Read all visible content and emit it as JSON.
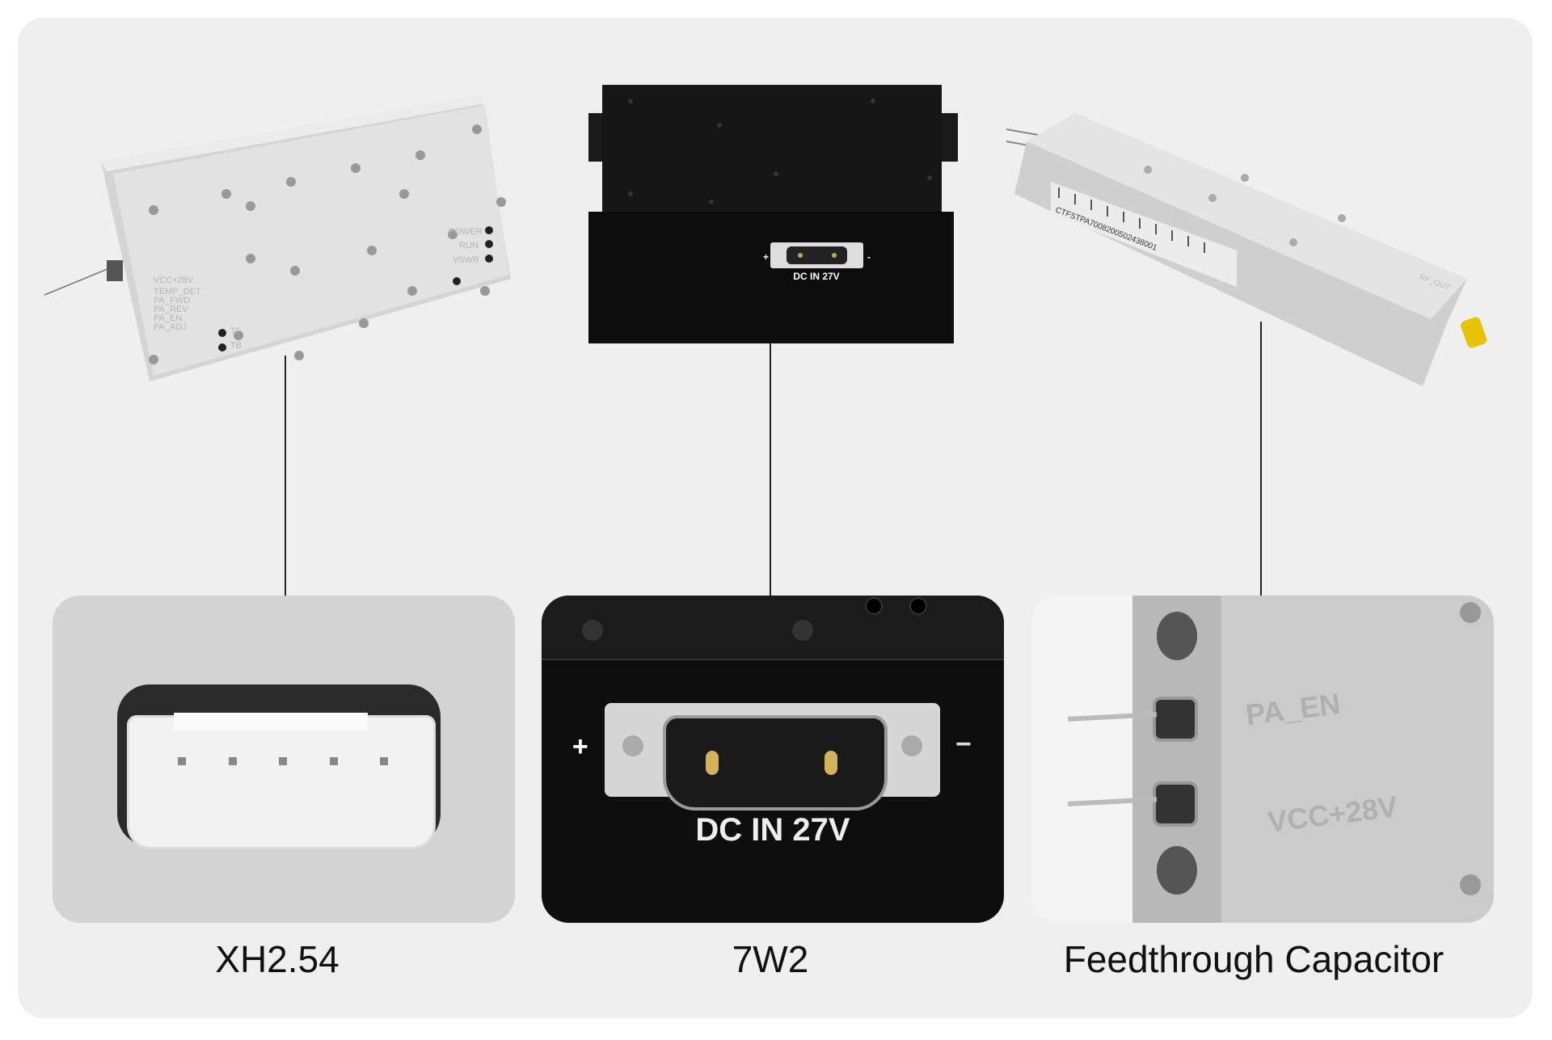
{
  "products": [
    {
      "name": "control-module",
      "silkscreen": [
        "VCC+28V",
        "TEMP_DET",
        "PA_FWD",
        "PA_REV",
        "PA_EN",
        "PA_ADJ",
        "TF",
        "TB",
        "POWER",
        "RUN",
        "VSWR"
      ]
    },
    {
      "name": "black-enclosure",
      "connector_label": "DC IN 27V",
      "plus": "+",
      "minus": "-"
    },
    {
      "name": "long-amplifier-module",
      "barcode_text": "CTFSTPA7008200502438001",
      "port_label": "RF_OUT"
    }
  ],
  "details": [
    {
      "caption": "XH2.54"
    },
    {
      "caption": "7W2",
      "connector_label": "DC IN 27V",
      "plus": "+",
      "minus": "−"
    },
    {
      "caption": "Feedthrough Capacitor",
      "labels": [
        "PA_EN",
        "VCC+28V"
      ]
    }
  ],
  "colors": {
    "card": "#efefef",
    "aluminum": "#d9d9d9",
    "black_housing": "#111111",
    "sma_cap": "#e8c400"
  }
}
